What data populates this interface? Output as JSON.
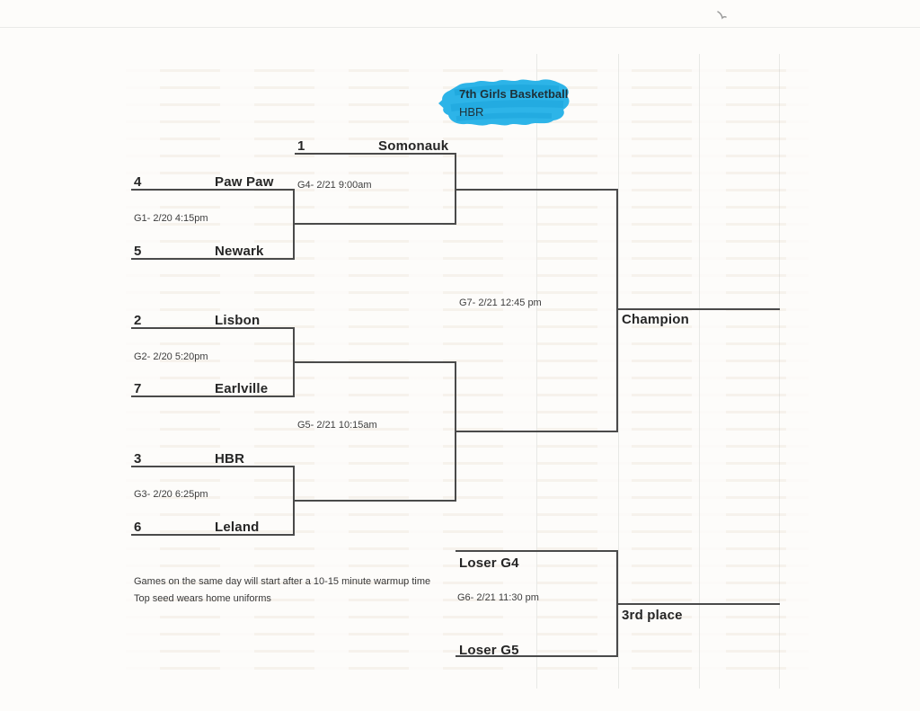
{
  "title": {
    "line1": "7th Girls Basketball",
    "line2": "HBR"
  },
  "bracket": {
    "slots": [
      {
        "seed": "1",
        "name": "Somonauk"
      },
      {
        "seed": "4",
        "name": "Paw Paw"
      },
      {
        "seed": "5",
        "name": "Newark"
      },
      {
        "seed": "2",
        "name": "Lisbon"
      },
      {
        "seed": "7",
        "name": "Earlville"
      },
      {
        "seed": "3",
        "name": "HBR"
      },
      {
        "seed": "6",
        "name": "Leland"
      }
    ],
    "games": {
      "g1": "G1- 2/20 4:15pm",
      "g2": "G2- 2/20 5:20pm",
      "g3": "G3- 2/20 6:25pm",
      "g4": "G4- 2/21 9:00am",
      "g5": "G5- 2/21 10:15am",
      "g6": "G6- 2/21 11:30 pm",
      "g7": "G7- 2/21 12:45 pm"
    },
    "placements": {
      "champion": "Champion",
      "third_place": "3rd place",
      "loser_g4": "Loser G4",
      "loser_g5": "Loser G5"
    }
  },
  "notes": [
    "Games on the same day will start after a 10-15 minute warmup time",
    "Top seed wears home uniforms"
  ],
  "colors": {
    "highlight": "#2db4e8",
    "highlight_dark": "#159fd6",
    "line": "#4a4a4a",
    "text": "#2b2b2b"
  }
}
